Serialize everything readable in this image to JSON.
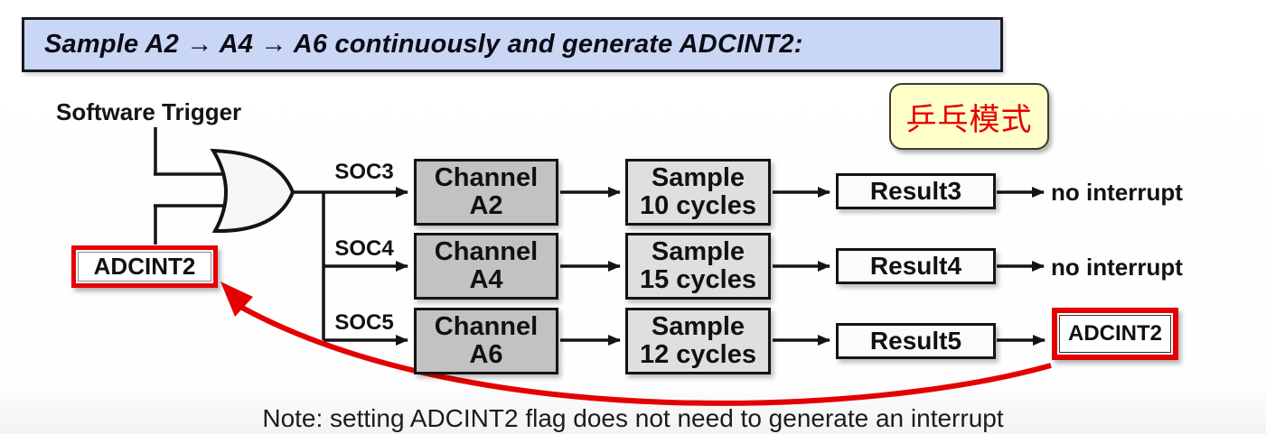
{
  "title": {
    "text": "Sample A2 → A4 → A6 continuously and generate ADCINT2:"
  },
  "badge": {
    "text": "乒乓模式"
  },
  "trigger": {
    "label": "Software Trigger"
  },
  "feedback_box": {
    "label": "ADCINT2"
  },
  "rows": [
    {
      "soc": "SOC3",
      "channel": [
        "Channel",
        "A2"
      ],
      "sample": [
        "Sample",
        "10 cycles"
      ],
      "result": "Result3",
      "output": "no interrupt"
    },
    {
      "soc": "SOC4",
      "channel": [
        "Channel",
        "A4"
      ],
      "sample": [
        "Sample",
        "15 cycles"
      ],
      "result": "Result4",
      "output": "no interrupt"
    },
    {
      "soc": "SOC5",
      "channel": [
        "Channel",
        "A6"
      ],
      "sample": [
        "Sample",
        "12 cycles"
      ],
      "result": "Result5",
      "output": "ADCINT2"
    }
  ],
  "note": {
    "text": "Note: setting ADCINT2 flag does not need to generate an interrupt"
  },
  "colors": {
    "accent_red": "#e40000",
    "title_bg": "#c9d6f4",
    "badge_bg": "#ffffc9",
    "badge_text": "#e60000",
    "channel_fill": "#c2c2c2",
    "sample_fill": "#dfdfdf",
    "result_fill": "#fbfbfb",
    "line": "#141414"
  }
}
